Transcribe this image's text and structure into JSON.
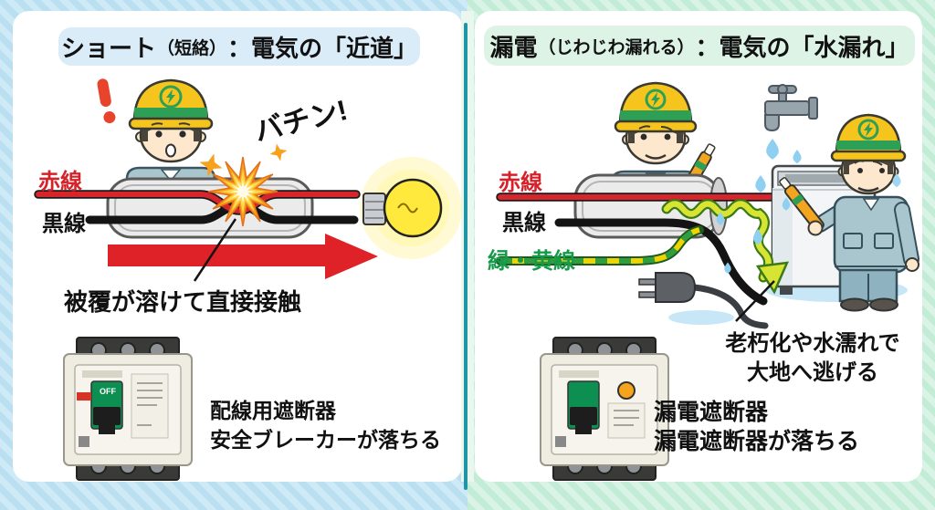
{
  "left_panel": {
    "header": {
      "main": "ショート",
      "paren": "（短絡）",
      "rest": "：電気の「近道」"
    },
    "exclamation": "!",
    "sfx": "バチン!",
    "wire_labels": {
      "red": "赤線",
      "black": "黒線"
    },
    "caption_contact": "被覆が溶けて直接接触",
    "breaker": {
      "switch_label": "OFF"
    },
    "breaker_caption": {
      "line1": "配線用遮断器",
      "line2": "安全ブレーカーが落ちる"
    }
  },
  "right_panel": {
    "header": {
      "main": "漏電",
      "paren": "（じわじわ漏れる）",
      "rest": "：電気の「水漏れ」"
    },
    "wire_labels": {
      "red": "赤線",
      "black": "黒線",
      "green": "緑・黄線"
    },
    "caption_leak": {
      "line1": "老朽化や水濡れで",
      "line2": "大地へ逃げる"
    },
    "breaker_caption": {
      "line1": "漏電遮断器",
      "line2": "漏電遮断器が落ちる"
    }
  },
  "colors": {
    "left_bg": "#b9dff0",
    "left_bg_stripe": "#cdeaf6",
    "right_bg": "#c3ecd6",
    "right_bg_stripe": "#d9f4e6",
    "divider_teal": "#1f95a6",
    "left_pill_bg": "#d9ecf7",
    "right_pill_bg": "#dcf3e6",
    "wire_red": "#d6252b",
    "wire_black": "#141414",
    "wire_green": "#2f9e3f",
    "wire_yellow": "#f0d400",
    "label_red": "#d5222a",
    "label_green": "#169a4a",
    "arrow_red": "#df2128",
    "spark_orange": "#f7a11c",
    "spark_yellow": "#ffd94d",
    "bulb_yellow": "#ffe93c",
    "leak_yellow_green": "#d7e434",
    "leak_outline": "#3c7a18",
    "helmet_yellow": "#f5c51e",
    "helmet_band_green": "#2ea055",
    "uniform_blue": "#a9c6ce",
    "skin": "#fde7cd",
    "water_blue": "#8fd0f0",
    "breaker_body": "#efece1",
    "breaker_switch_green": "#0d8f52",
    "test_button_orange": "#f6a41c"
  }
}
